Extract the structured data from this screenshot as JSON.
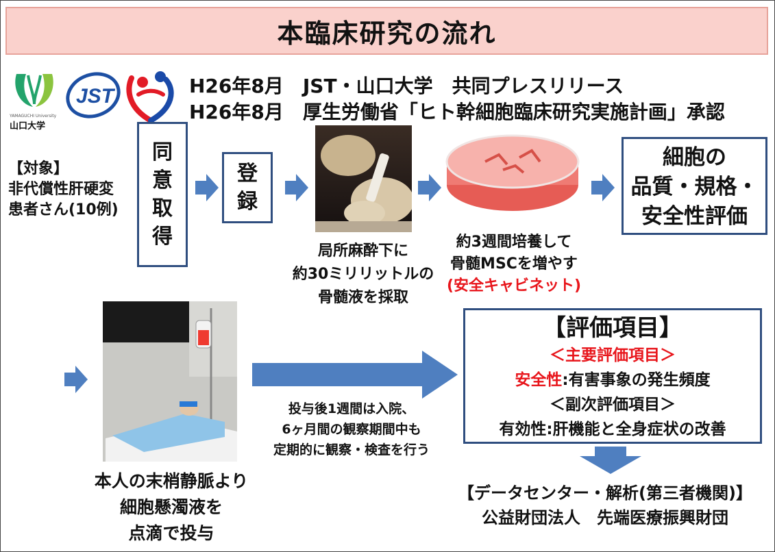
{
  "title": "本臨床研究の流れ",
  "logos": {
    "yamaguchi_label": "山口大学",
    "yamaguchi_small": "YAMAGUCHI University",
    "jst_label": "JST"
  },
  "press": {
    "line1": "H26年8月　JST・山口大学　共同プレスリリース",
    "line2": "H26年8月　厚生労働省「ヒト幹細胞臨床研究実施計画」承認"
  },
  "subject": {
    "line1": "【対象】",
    "line2": "非代償性肝硬変",
    "line3": "患者さん(10例)"
  },
  "consent": [
    "同",
    "意",
    "取",
    "得"
  ],
  "registration": [
    "登",
    "録"
  ],
  "harvest": {
    "line1": "局所麻酔下に",
    "line2": "約30ミリリットルの",
    "line3": "骨髄液を採取"
  },
  "culture": {
    "line1": "約3週間培養して",
    "line2": "骨髄MSCを増やす",
    "line3": "(安全キャビネット)"
  },
  "quality": {
    "line1": "細胞の",
    "line2": "品質・規格・",
    "line3": "安全性評価"
  },
  "infusion": {
    "line1": "本人の末梢静脈より",
    "line2": "細胞懸濁液を",
    "line3": "点滴で投与"
  },
  "followup": {
    "line1": "投与後1週間は入院、",
    "line2": "6ヶ月間の観察期間中も",
    "line3": "定期的に観察・検査を行う"
  },
  "evaluation": {
    "heading": "【評価項目】",
    "primary_heading": "＜主要評価項目＞",
    "primary_key": "安全性",
    "primary_value": ":有害事象の発生頻度",
    "secondary_heading": "＜副次評価項目＞",
    "secondary_text": "有効性:肝機能と全身症状の改善"
  },
  "datacenter": {
    "line1": "【データセンター・解析(第三者機関)】",
    "line2": "公益財団法人　先端医療振興財団"
  },
  "colors": {
    "title_bg": "#fad1cc",
    "box_border": "#2f4e7f",
    "arrow": "#4f7fc0",
    "accent_red": "#e8151b"
  }
}
